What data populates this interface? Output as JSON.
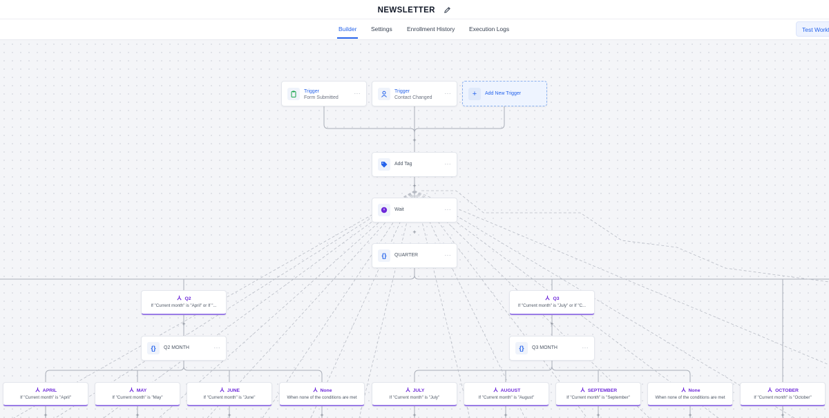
{
  "header": {
    "title": "NEWSLETTER",
    "tabs": [
      {
        "label": "Builder",
        "active": true
      },
      {
        "label": "Settings",
        "active": false
      },
      {
        "label": "Enrollment History",
        "active": false
      },
      {
        "label": "Execution Logs",
        "active": false
      }
    ],
    "test_button": "Test Workf"
  },
  "triggers": [
    {
      "title": "Trigger",
      "subtitle": "Form Submitted",
      "icon": "clipboard-icon"
    },
    {
      "title": "Trigger",
      "subtitle": "Contact Changed",
      "icon": "contact-icon"
    }
  ],
  "add_trigger": {
    "label": "Add New Trigger",
    "icon": "plus-icon"
  },
  "actions": {
    "add_tag": {
      "label": "Add Tag",
      "icon": "tag-icon"
    },
    "wait": {
      "label": "Wait",
      "icon": "clock-icon"
    },
    "quarter": {
      "label": "QUARTER",
      "icon": "braces-icon"
    }
  },
  "quarter_branches": [
    {
      "name": "Q2",
      "condition": "If \"Current month\" is \"April\" or If \"..."
    },
    {
      "name": "Q3",
      "condition": "If \"Current month\" is \"July\" or If \"C..."
    }
  ],
  "month_actions": [
    {
      "label": "Q2 MONTH",
      "icon": "braces-icon"
    },
    {
      "label": "Q3 MONTH",
      "icon": "braces-icon"
    }
  ],
  "month_branches": [
    {
      "name": "APRIL",
      "condition": "If \"Current month\" is \"April\""
    },
    {
      "name": "MAY",
      "condition": "If \"Current month\" is \"May\""
    },
    {
      "name": "JUNE",
      "condition": "If \"Current month\" is \"June\""
    },
    {
      "name": "None",
      "condition": "When none of the conditions are met"
    },
    {
      "name": "JULY",
      "condition": "If \"Current month\" is \"July\""
    },
    {
      "name": "AUGUST",
      "condition": "If \"Current month\" is \"August\""
    },
    {
      "name": "SEPTEMBER",
      "condition": "If \"Current month\" is \"September\""
    },
    {
      "name": "None",
      "condition": "When none of the conditions are met"
    },
    {
      "name": "OCTOBER",
      "condition": "If \"Current month\" is \"October\""
    }
  ],
  "menu_glyph": "···",
  "plus_glyph": "+",
  "colors": {
    "accent": "#2563eb",
    "branch": "#6d28d9",
    "wire": "#9ca3af"
  }
}
